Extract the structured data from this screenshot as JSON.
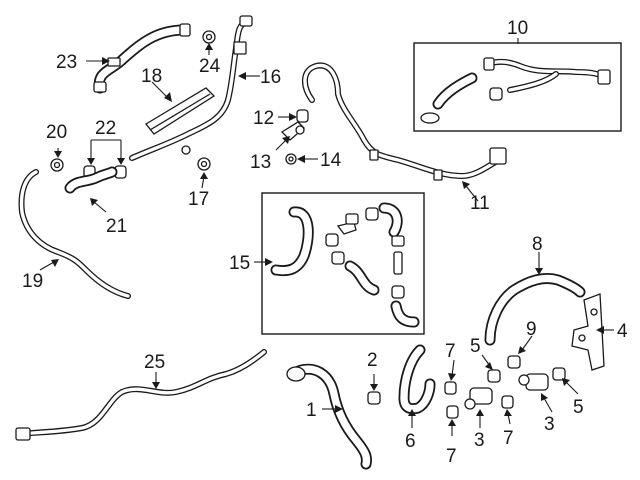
{
  "callouts": [
    {
      "id": "1",
      "text": "1"
    },
    {
      "id": "2",
      "text": "2"
    },
    {
      "id": "3a",
      "text": "3"
    },
    {
      "id": "3b",
      "text": "3"
    },
    {
      "id": "4",
      "text": "4"
    },
    {
      "id": "5a",
      "text": "5"
    },
    {
      "id": "5b",
      "text": "5"
    },
    {
      "id": "6",
      "text": "6"
    },
    {
      "id": "7a",
      "text": "7"
    },
    {
      "id": "7b",
      "text": "7"
    },
    {
      "id": "7c",
      "text": "7"
    },
    {
      "id": "8",
      "text": "8"
    },
    {
      "id": "9",
      "text": "9"
    },
    {
      "id": "10",
      "text": "10"
    },
    {
      "id": "11",
      "text": "11"
    },
    {
      "id": "12",
      "text": "12"
    },
    {
      "id": "13",
      "text": "13"
    },
    {
      "id": "14",
      "text": "14"
    },
    {
      "id": "15",
      "text": "15"
    },
    {
      "id": "16",
      "text": "16"
    },
    {
      "id": "17",
      "text": "17"
    },
    {
      "id": "18",
      "text": "18"
    },
    {
      "id": "19",
      "text": "19"
    },
    {
      "id": "20",
      "text": "20"
    },
    {
      "id": "21",
      "text": "21"
    },
    {
      "id": "22",
      "text": "22"
    },
    {
      "id": "23",
      "text": "23"
    },
    {
      "id": "24",
      "text": "24"
    },
    {
      "id": "25",
      "text": "25"
    }
  ]
}
